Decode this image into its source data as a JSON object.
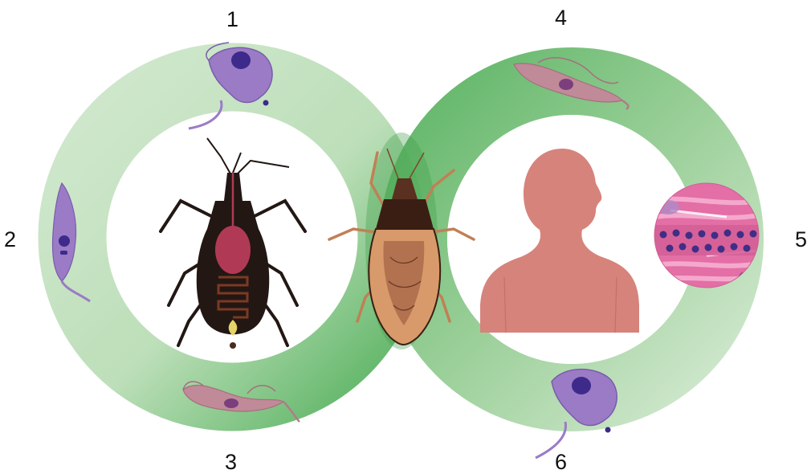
{
  "labels": {
    "stage_1": "1",
    "stage_2": "2",
    "stage_3": "3",
    "stage_4": "4",
    "stage_5": "5",
    "stage_6": "6"
  },
  "colors": {
    "ring_light": "#cfe7cc",
    "ring_dark": "#4fae58",
    "parasite": "#9b7bc6",
    "parasite_nucleus": "#3d2a8a",
    "trypomastigote": "#c08a98",
    "bug_body": "#231714",
    "bug_stomach": "#b03a55",
    "bug_gut": "#7a3a22",
    "triatomine": "#d89a6a",
    "human": "#d6837b",
    "tissue_pink": "#e46ea6",
    "tissue_nuclei": "#3f2e86"
  },
  "icons": {
    "bug_diagram": "insect-gut-diagram-icon",
    "triatomine": "kissing-bug-icon",
    "human": "human-silhouette-icon",
    "tissue": "muscle-tissue-icon",
    "parasite": "trypanosome-icon"
  }
}
